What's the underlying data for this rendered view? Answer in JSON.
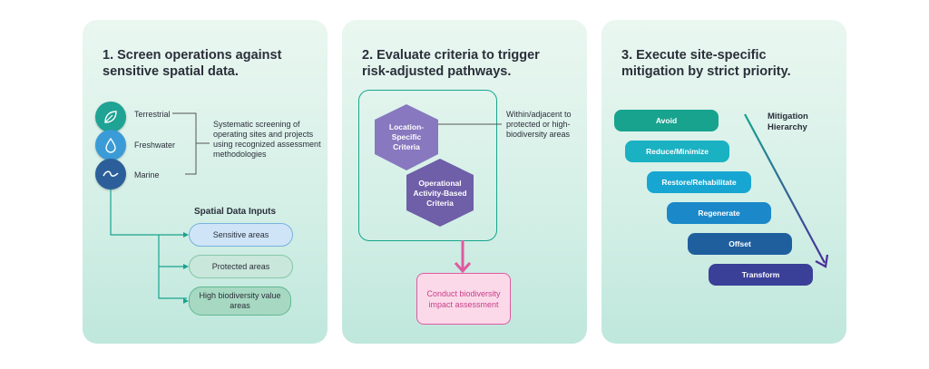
{
  "panel1": {
    "title": "1.  Screen operations against\nsensitive spatial data.",
    "environments": [
      {
        "label": "Terrestrial",
        "icon": "leaf-icon"
      },
      {
        "label": "Freshwater",
        "icon": "water-drop-icon"
      },
      {
        "label": "Marine",
        "icon": "wave-icon"
      }
    ],
    "screening_text": "Systematic screening of operating sites and projects using recognized assessment methodologies",
    "spatial_heading": "Spatial Data Inputs",
    "spatial_inputs": [
      "Sensitive areas",
      "Protected areas",
      "High biodiversity value areas"
    ]
  },
  "panel2": {
    "title": "2. Evaluate criteria to trigger\nrisk-adjusted pathways.",
    "criteria": [
      "Location-\nSpecific\nCriteria",
      "Operational\nActivity-Based\nCriteria"
    ],
    "annotation": "Within/adjacent to protected or high-biodiversity areas",
    "outcome": "Conduct biodiversity impact assessment"
  },
  "panel3": {
    "title": "3. Execute site-specific\nmitigation by strict priority.",
    "hierarchy_label": "Mitigation\nHierarchy",
    "steps": [
      "Avoid",
      "Reduce/Minimize",
      "Restore/Rehabilitate",
      "Regenerate",
      "Offset",
      "Transform"
    ]
  },
  "colors": {
    "terrestrial": "#1fa394",
    "freshwater": "#3a9bd6",
    "marine": "#2c5f99",
    "hex": "#7d6bb8",
    "outcome_border": "#e05aa0",
    "steps": [
      "#18a38e",
      "#1ab1c3",
      "#17a6d1",
      "#1a88c9",
      "#1f5f9e",
      "#3a3f98"
    ]
  }
}
